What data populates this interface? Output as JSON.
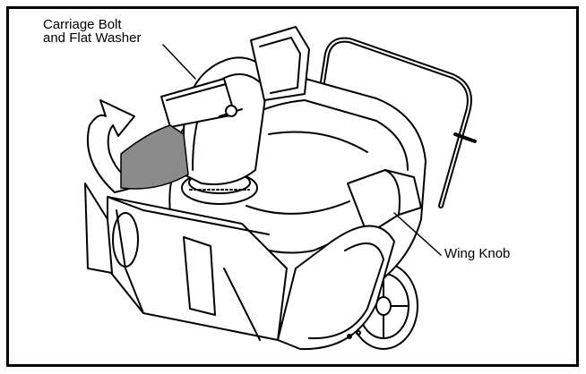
{
  "figure": {
    "callouts": {
      "carriage_bolt_line1": "Carriage Bolt",
      "carriage_bolt_line2": "and Flat Washer",
      "wing_knob": "Wing Knob"
    },
    "colors": {
      "line": "#000000",
      "background": "#ffffff",
      "chute_arrow_fill": "#8a8a8a",
      "rotation_arrow_fill": "#ffffff"
    }
  }
}
